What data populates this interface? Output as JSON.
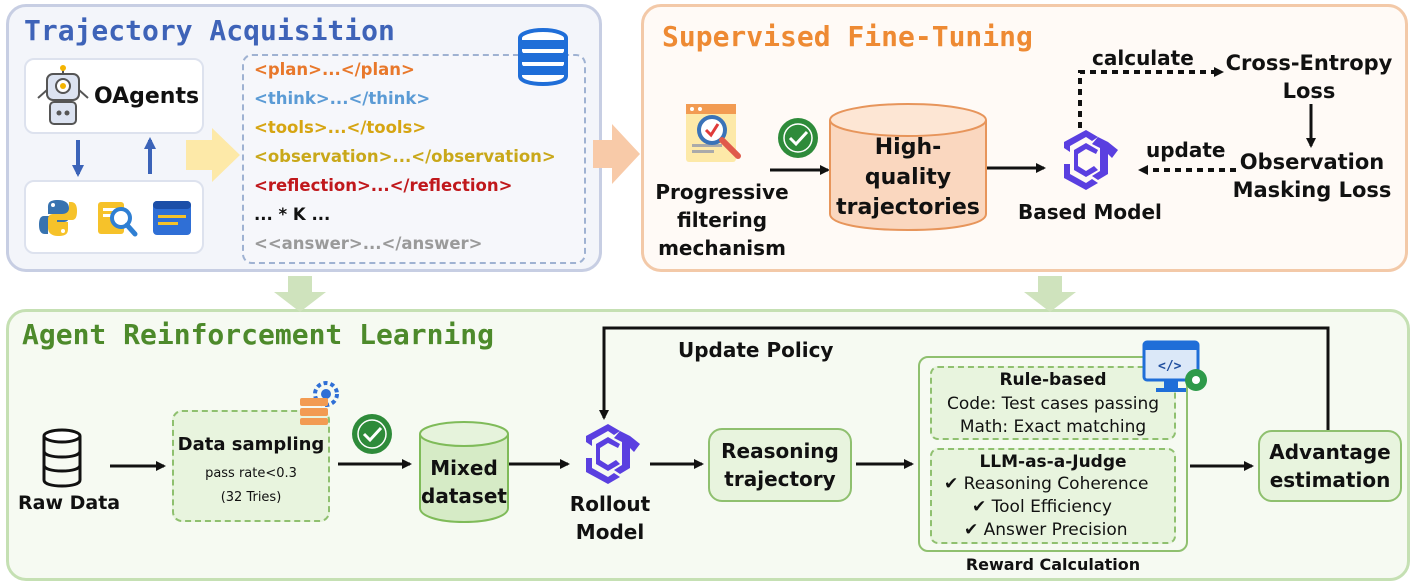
{
  "panels": {
    "trajectory_acquisition": {
      "title": "Trajectory Acquisition",
      "color": "#3e63b8"
    },
    "supervised_fine_tuning": {
      "title": "Supervised Fine-Tuning",
      "color": "#ee8a33"
    },
    "agent_rl": {
      "title": "Agent Reinforcement Learning",
      "color": "#4d8a2b"
    }
  },
  "trajectory": {
    "oagents_label": "OAgents",
    "tags": [
      {
        "text": "<plan>...</plan>",
        "color": "#e8782b"
      },
      {
        "text": "<think>...</think>",
        "color": "#5b9bd5"
      },
      {
        "text": "<tools>...</tools>",
        "color": "#d6a512"
      },
      {
        "text": "<observation>...</observation>",
        "color": "#c9a81a"
      },
      {
        "text": "<reflection>...</reflection>",
        "color": "#c0181c"
      },
      {
        "text": "...   * K   ...",
        "color": "#111111"
      },
      {
        "text": "<<answer>...</answer>",
        "color": "#9a9a9a"
      }
    ]
  },
  "sft": {
    "filter_label": "Progressive filtering mechanism",
    "hq_label": "High-quality trajectories",
    "model_label": "Based Model",
    "calculate_label": "calculate",
    "update_label": "update",
    "ce_loss": "Cross-Entropy Loss",
    "obs_loss": "Observation Masking Loss"
  },
  "rl": {
    "raw_data": "Raw Data",
    "sampling_title": "Data sampling",
    "sampling_rate": "pass rate<0.3",
    "sampling_tries": "(32 Tries)",
    "mixed": "Mixed dataset",
    "rollout": "Rollout Model",
    "reasoning": "Reasoning trajectory",
    "update_policy": "Update Policy",
    "rule_title": "Rule-based",
    "rule_code": "Code: Test cases passing",
    "rule_math": "Math: Exact matching",
    "judge_title": "LLM-as-a-Judge",
    "judge_items": [
      "Reasoning Coherence",
      "Tool Efficiency",
      "Answer Precision"
    ],
    "reward_label": "Reward Calculation",
    "advantage": "Advantage estimation"
  }
}
